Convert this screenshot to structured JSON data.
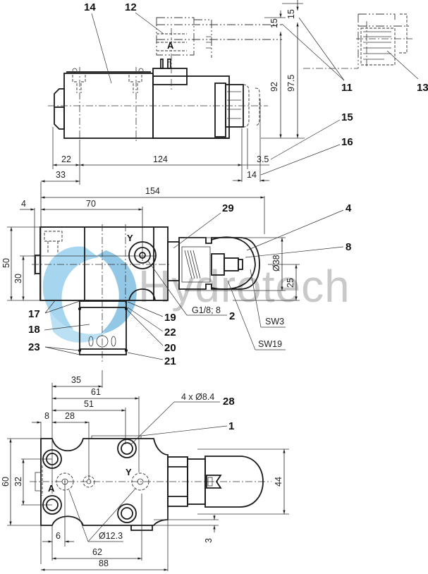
{
  "watermark": {
    "text": "Hydrotech",
    "logo_color": "#5fb3e0",
    "text_color": "#9e9e9e"
  },
  "callouts": {
    "c14": "14",
    "c12": "12",
    "c11": "11",
    "c13": "13",
    "c15": "15",
    "c16": "16",
    "c29": "29",
    "c4": "4",
    "c8": "8",
    "c2": "2",
    "c17": "17",
    "c18": "18",
    "c19": "19",
    "c22": "22",
    "c20": "20",
    "c23": "23",
    "c21": "21",
    "c28": "28",
    "c1": "1"
  },
  "port_letters": {
    "top_A": "A",
    "front_Y": "Y",
    "bottom_Y": "Y",
    "bottom_A": "A"
  },
  "dimensions": {
    "top_view": {
      "d22": "22",
      "d33": "33",
      "d124": "124",
      "d3_5": "3.5",
      "d14": "14",
      "d15a": "15",
      "d15b": "15",
      "d92": "92",
      "d97_5": "97.5"
    },
    "front_view": {
      "d154": "154",
      "d70": "70",
      "d4": "4",
      "d50": "50",
      "d30": "30",
      "d38": "Ø38",
      "d25": "25",
      "thread": "G1/8; 8",
      "sw3": "SW3",
      "sw19": "SW19"
    },
    "bottom_view": {
      "d35": "35",
      "d61": "61",
      "d51": "51",
      "d28": "28",
      "d8": "8",
      "d60": "60",
      "d32": "32",
      "d6": "6",
      "d12_3": "Ø12.3",
      "d62": "62",
      "d88": "88",
      "d44": "44",
      "d3": "3",
      "holes": "4 x Ø8.4"
    }
  }
}
